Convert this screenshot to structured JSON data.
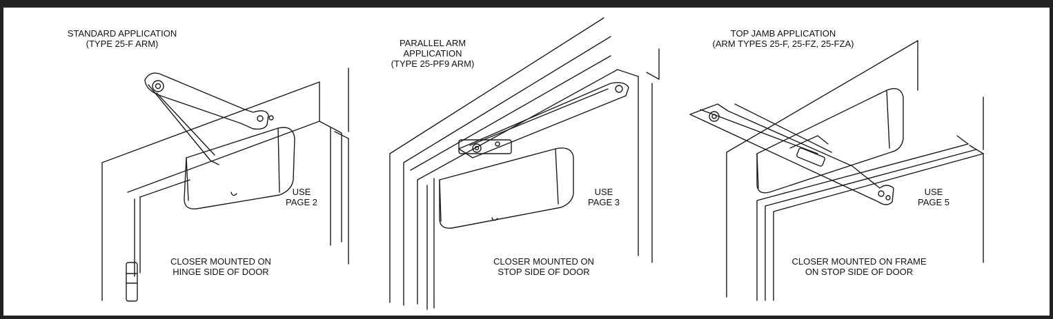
{
  "panels": [
    {
      "title_lines": [
        "STANDARD APPLICATION",
        "(TYPE 25-F ARM)"
      ],
      "use_lines": [
        "USE",
        "PAGE 2"
      ],
      "caption_lines": [
        "CLOSER MOUNTED ON",
        "HINGE SIDE OF DOOR"
      ]
    },
    {
      "title_lines": [
        "PARALLEL ARM",
        "APPLICATION",
        "(TYPE 25-PF9 ARM)"
      ],
      "use_lines": [
        "USE",
        "PAGE 3"
      ],
      "caption_lines": [
        "CLOSER MOUNTED ON",
        "STOP SIDE OF DOOR"
      ]
    },
    {
      "title_lines": [
        "TOP JAMB APPLICATION",
        "(ARM TYPES 25-F, 25-FZ, 25-FZA)"
      ],
      "use_lines": [
        "USE",
        "PAGE 5"
      ],
      "caption_lines": [
        "CLOSER MOUNTED ON FRAME",
        "ON STOP SIDE OF DOOR"
      ]
    }
  ],
  "colors": {
    "border": "#222222",
    "line": "#1a1a1a",
    "background": "#ffffff"
  }
}
